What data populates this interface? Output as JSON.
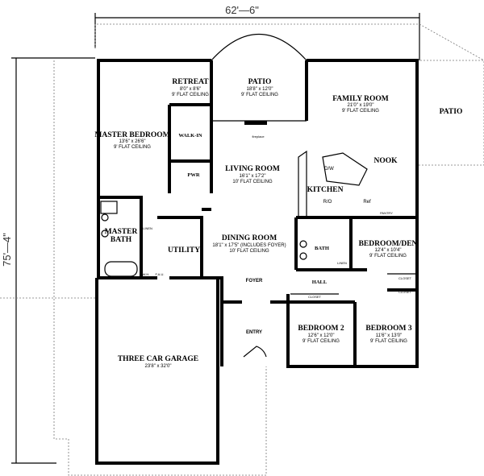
{
  "dimensions": {
    "width": "62'—6\"",
    "depth": "75'—4\""
  },
  "rooms": {
    "retreat": {
      "name": "RETREAT",
      "size": "8'0\" x 8'6\"",
      "ceiling": "9' FLAT CEILING"
    },
    "patio_center": {
      "name": "PATIO",
      "size": "18'8\" x 12'0\"",
      "ceiling": "9' FLAT CEILING"
    },
    "fireplace": "fireplace",
    "master_bedroom": {
      "name": "MASTER BEDROOM",
      "size": "13'6\" x 26'6\"",
      "ceiling": "9' FLAT CEILING"
    },
    "walk_in": "WALK-IN",
    "pwr": "PWR",
    "living_room": {
      "name": "LIVING ROOM",
      "size": "16'1\" x 17'2\"",
      "ceiling": "10' FLAT CEILING"
    },
    "family_room": {
      "name": "FAMILY ROOM",
      "size": "21'0\" x 19'0\"",
      "ceiling": "9' FLAT CEILING"
    },
    "patio_right": "PATIO",
    "nook": "NOOK",
    "kitchen": "KITCHEN",
    "dw": "D/W",
    "ro": "R/O",
    "ref": "Ref",
    "pantry": "PANTRY",
    "master_bath": {
      "line1": "MASTER",
      "line2": "BATH"
    },
    "linen_master": "LINEN",
    "utility": "UTILITY",
    "fau": "F.A.U.",
    "wh": "W.H.",
    "dining_room": {
      "name": "DINING ROOM",
      "size": "18'1\" x 17'5\" (INCLUDES FOYER)",
      "ceiling": "10' FLAT CEILING"
    },
    "foyer": "FOYER",
    "entry": "ENTRY",
    "bath": "BATH",
    "linen_hall": "LINEN",
    "hall": "HALL",
    "bedroom_den": {
      "name": "BEDROOM/DEN",
      "size": "12'4\" x 10'4\"",
      "ceiling": "9' FLAT CEILING"
    },
    "closet_1": "CLOSET",
    "closet_2": "CLOSET",
    "closet_3": "CLOSET",
    "bedroom_2": {
      "name": "BEDROOM 2",
      "size": "12'6\" x 12'0\"",
      "ceiling": "9' FLAT CEILING"
    },
    "bedroom_3": {
      "name": "BEDROOM 3",
      "size": "11'6\" x 13'0\"",
      "ceiling": "9' FLAT CEILING"
    },
    "garage": {
      "name": "THREE CAR GARAGE",
      "size": "23'8\" x 32'0\""
    }
  }
}
